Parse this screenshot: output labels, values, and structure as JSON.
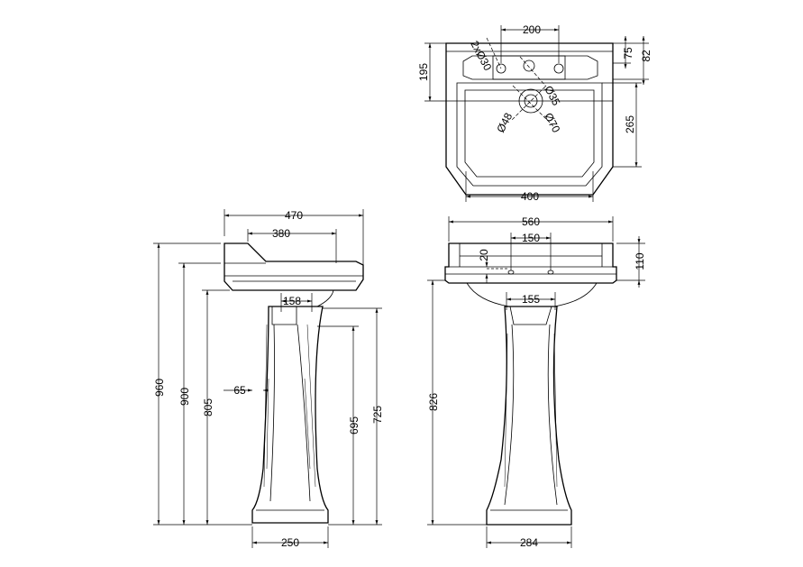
{
  "top_view": {
    "taps_dia": "2xØ30",
    "tap_spacing": "200",
    "rim_height": "75",
    "overall_depth_right": "82",
    "front_depth": "195",
    "waste_dia": "Ø35",
    "outer_dia_48": "Ø48",
    "outer_dia_70": "Ø70",
    "basin_length": "265",
    "bowl_width": "400"
  },
  "side_view": {
    "depth": "470",
    "inner_depth": "380",
    "pedestal_top": "158",
    "offset": "65",
    "height_960": "960",
    "height_900": "900",
    "height_805": "805",
    "height_725": "725",
    "height_695": "695",
    "base_width": "250"
  },
  "front_view": {
    "width": "560",
    "tap_spacing": "150",
    "rim": "20",
    "basin_height": "110",
    "pedestal_top": "155",
    "height_826": "826",
    "base_width": "284"
  }
}
